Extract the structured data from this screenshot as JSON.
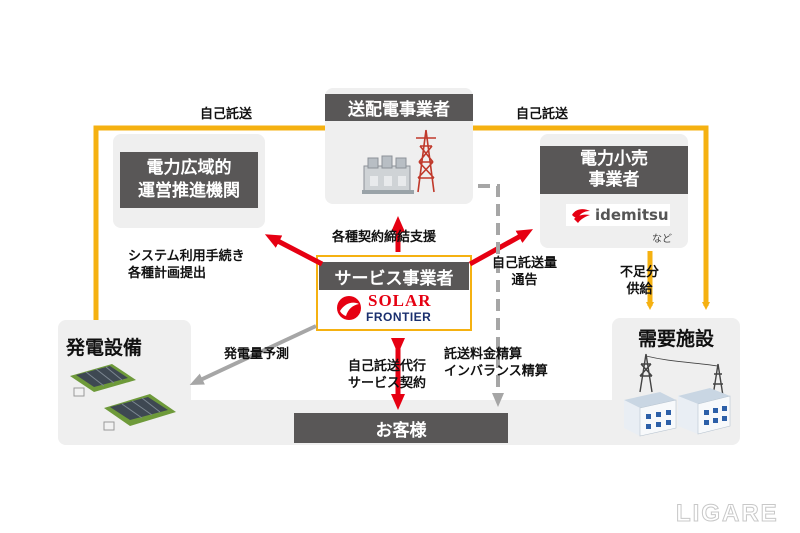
{
  "nodes": {
    "transmission": "送配電事業者",
    "occto": [
      "電力広域的",
      "運営推進機関"
    ],
    "retailer": [
      "電力小売",
      "事業者"
    ],
    "service_provider": "サービス事業者",
    "generation": "発電設備",
    "demand": "需要施設",
    "customer": "お客様"
  },
  "logos": {
    "solar_line1": "SOLAR",
    "solar_line2": "FRONTIER",
    "idemitsu": "idemitsu",
    "nado": "など"
  },
  "edges": {
    "self_transmission_left": "自己託送",
    "self_transmission_right": "自己託送",
    "contract_support": "各種契約締結支援",
    "system_procedures": [
      "システム利用手続き",
      "各種計画提出"
    ],
    "volume_notice": [
      "自己託送量",
      "通告"
    ],
    "shortage_supply": [
      "不足分",
      "供給"
    ],
    "generation_forecast": "発電量予測",
    "agency_contract": [
      "自己託送代行",
      "サービス契約"
    ],
    "settlement": [
      "託送料金精算",
      "インバランス精算"
    ]
  },
  "watermark": "LIGARE",
  "colors": {
    "orange": "#f5b111",
    "red": "#e60012",
    "gray_arrow": "#a6a6a6",
    "header": "#595757",
    "box": "#efefef"
  }
}
